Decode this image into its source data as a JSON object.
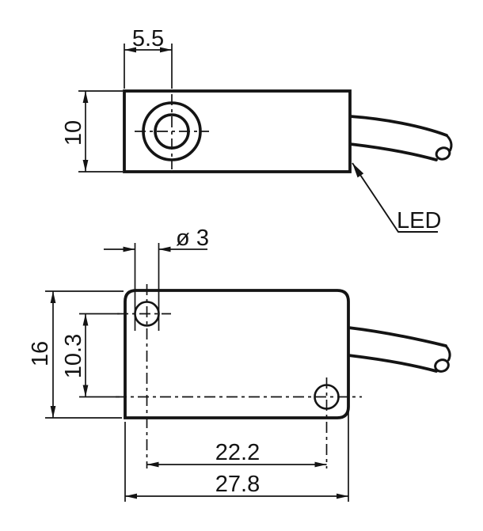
{
  "drawing": {
    "colors": {
      "line": "#141414",
      "background": "#ffffff"
    },
    "side_view": {
      "offset_dim": "5.5",
      "height_dim": "10",
      "led_label": "LED"
    },
    "top_view": {
      "hole_diameter_dim": "ø 3",
      "height_dim": "16",
      "hole_vertical_offset_dim": "10.3",
      "hole_spacing_dim": "22.2",
      "width_dim": "27.8"
    }
  }
}
